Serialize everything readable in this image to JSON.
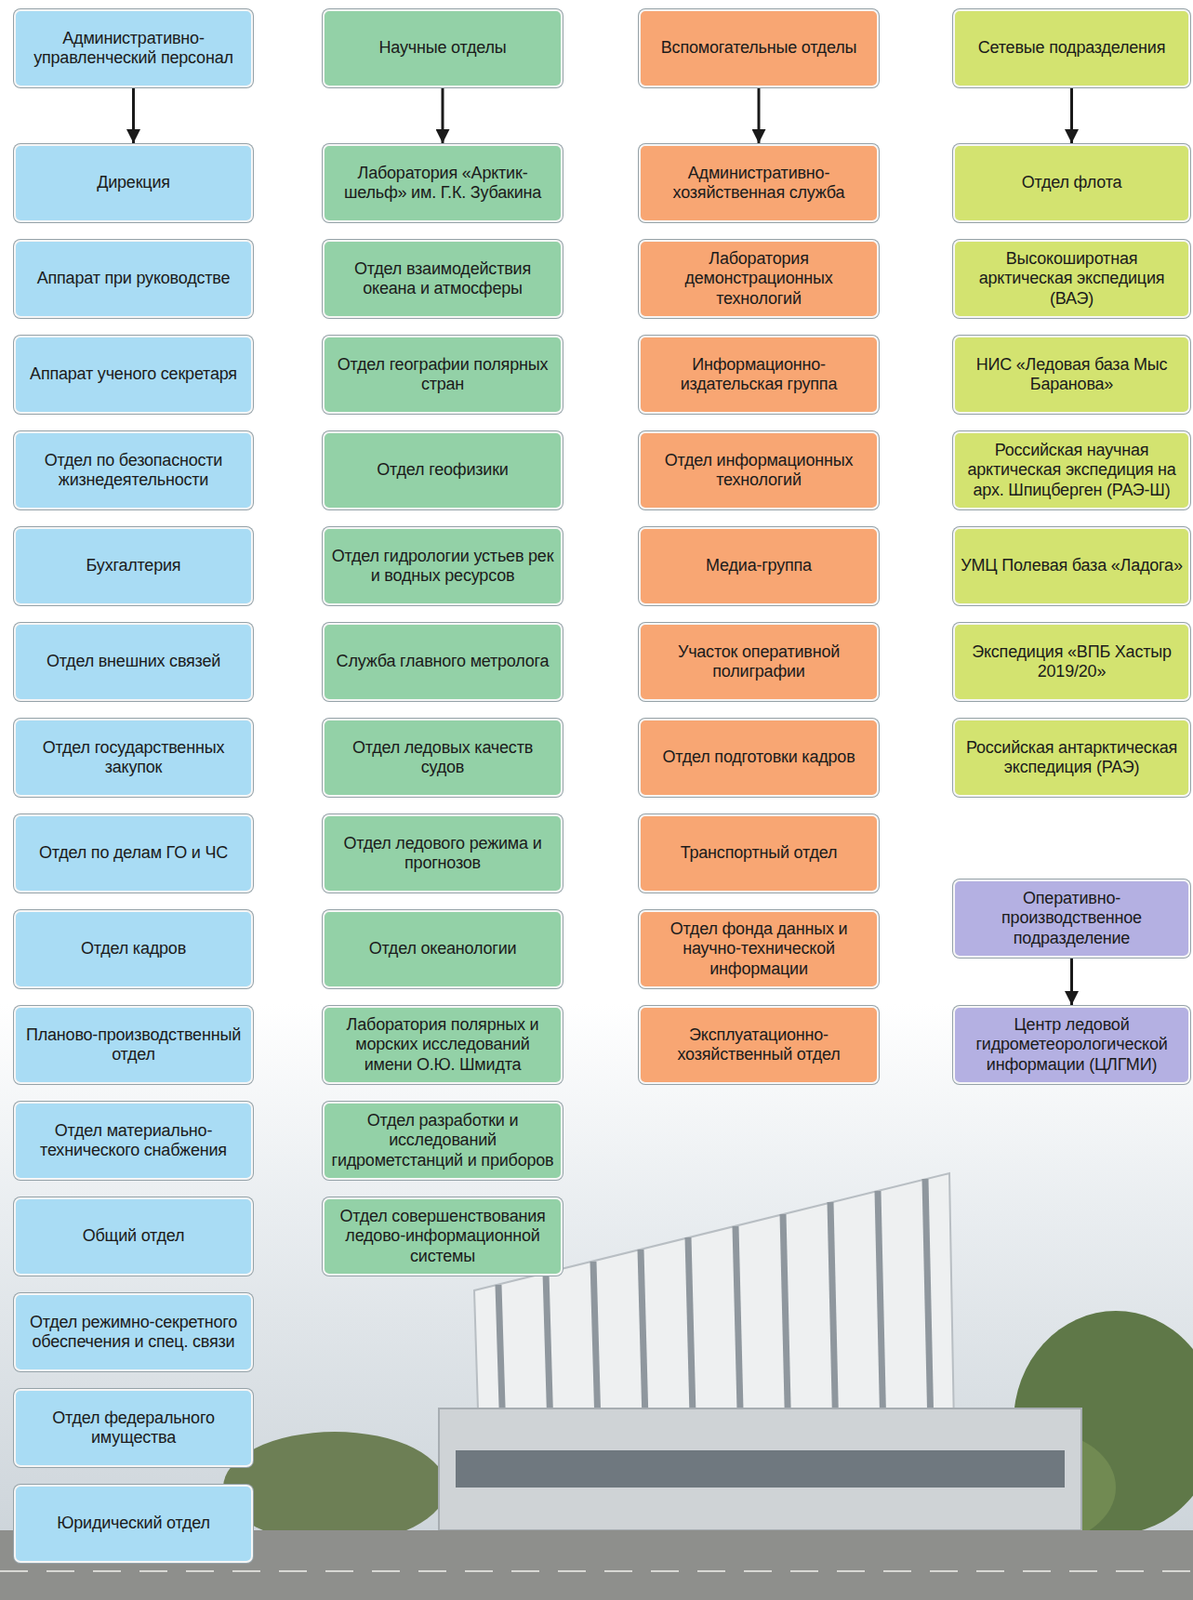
{
  "diagram": {
    "nodes": [
      {
        "text": [
          "Административно-управленческий персонал"
        ]
      },
      {
        "text": [
          "Дирекция"
        ]
      },
      {
        "text": [
          "Аппарат при руководстве"
        ]
      },
      {
        "text": [
          "Аппарат ученого секретаря"
        ]
      },
      {
        "text": [
          "Отдел по безопасности жизнедеятельности"
        ]
      },
      {
        "text": [
          "Бухгалтерия"
        ]
      },
      {
        "text": [
          "Отдел внешних связей"
        ]
      },
      {
        "text": [
          "Отдел государственных закупок"
        ]
      },
      {
        "text": [
          "Отдел по делам ГО и ЧС"
        ]
      },
      {
        "text": [
          "Отдел кадров"
        ]
      },
      {
        "text": [
          "Планово-производственный отдел"
        ]
      },
      {
        "text": [
          "Отдел материально-технического снабжения"
        ]
      },
      {
        "text": [
          "Общий отдел"
        ]
      },
      {
        "text": [
          "Отдел режимно-секретного обеспечения и спец. связи"
        ]
      },
      {
        "text": [
          "Отдел федерального имущества"
        ]
      },
      {
        "text": [
          "Юридический отдел"
        ]
      },
      {
        "text": [
          "Научные отделы"
        ]
      },
      {
        "text": [
          "Лаборатория «Арктик-шельф» им. Г.К. Зубакина"
        ]
      },
      {
        "text": [
          "Отдел взаимодействия океана и атмосферы"
        ]
      },
      {
        "text": [
          "Отдел географии полярных стран"
        ]
      },
      {
        "text": [
          "Отдел геофизики"
        ]
      },
      {
        "text": [
          "Отдел гидрологии устьев рек и водных ресурсов"
        ]
      },
      {
        "text": [
          "Служба главного метролога"
        ]
      },
      {
        "text": [
          "Отдел ледовых качеств судов"
        ]
      },
      {
        "text": [
          "Отдел ледового режима и прогнозов"
        ]
      },
      {
        "text": [
          "Отдел океанологии"
        ]
      },
      {
        "text": [
          "Лаборатория полярных и морских исследований имени О.Ю. Шмидта"
        ]
      },
      {
        "text": [
          "Отдел разработки и исследований гидрометстанций и приборов"
        ]
      },
      {
        "text": [
          "Отдел совершенствования ледово-информационной системы"
        ]
      },
      {
        "text": [
          "Вспомогательные отделы"
        ]
      },
      {
        "text": [
          "Административно-хозяйственная служба"
        ]
      },
      {
        "text": [
          "Лаборатория демонстрационных технологий"
        ]
      },
      {
        "text": [
          "Информационно-издательская группа"
        ]
      },
      {
        "text": [
          "Отдел информационных технологий"
        ]
      },
      {
        "text": [
          "Медиа-группа"
        ]
      },
      {
        "text": [
          "Участок оперативной полиграфии"
        ]
      },
      {
        "text": [
          "Отдел подготовки кадров"
        ]
      },
      {
        "text": [
          "Транспортный отдел"
        ]
      },
      {
        "text": [
          "Отдел фонда данных и научно-технической информации"
        ]
      },
      {
        "text": [
          "Эксплуатационно-хозяйственный отдел"
        ]
      },
      {
        "text": [
          "Сетевые подразделения"
        ]
      },
      {
        "text": [
          "Отдел флота"
        ]
      },
      {
        "text": [
          "Высокоширотная арктическая экспедиция (ВАЭ)"
        ]
      },
      {
        "text": [
          "НИС «Ледовая база Мыс Баранова»"
        ]
      },
      {
        "text": [
          "Российская научная арктическая экспедиция на арх. Шпицберген (РАЭ-Ш)"
        ]
      },
      {
        "text": [
          "УМЦ Полевая база «Ладога»"
        ]
      },
      {
        "text": [
          "Экспедиция «ВПБ Хастыр 2019/20»"
        ]
      },
      {
        "text": [
          "Российская антарктическая экспедиция (РАЭ)"
        ]
      },
      {
        "text": [
          "Оперативно-производственное подразделение"
        ]
      },
      {
        "text": [
          "Центр ледовой гидрометеорологической информации (ЦЛГМИ)"
        ]
      }
    ],
    "edges": [
      {
        "from": 0,
        "to": 1,
        "arrow": "to"
      },
      {
        "from": 16,
        "to": 17,
        "arrow": "to"
      },
      {
        "from": 29,
        "to": 30,
        "arrow": "to"
      },
      {
        "from": 40,
        "to": 41,
        "arrow": "to"
      },
      {
        "from": 48,
        "to": 49,
        "arrow": "to"
      }
    ]
  }
}
